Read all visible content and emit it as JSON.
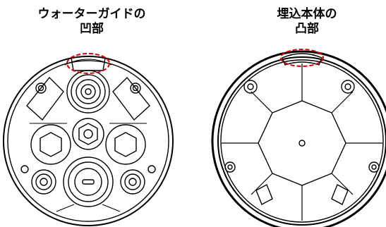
{
  "labels": {
    "left": {
      "line1": "ウォーターガイドの",
      "line2": "凹部"
    },
    "right": {
      "line1": "埋込本体の",
      "line2": "凸部"
    }
  },
  "colors": {
    "ink": "#000000",
    "highlight": "#e00000",
    "background": "#ffffff"
  },
  "figures": [
    {
      "name": "water-guide-bottom-view",
      "highlight": "recess"
    },
    {
      "name": "embedded-body-inner-view",
      "highlight": "protrusion"
    }
  ]
}
